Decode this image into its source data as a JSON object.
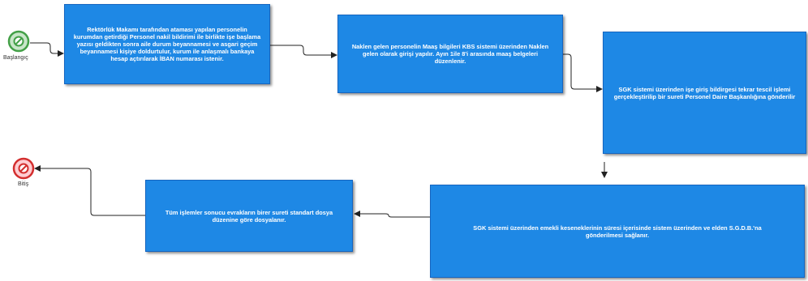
{
  "colors": {
    "task_fill": "#1e88e5",
    "task_border": "#1565c0",
    "start_event": "#43a047",
    "end_event": "#d32f2f",
    "connector": "#222222"
  },
  "events": {
    "start": {
      "label": "Başlangıç",
      "icon": "no-entry-icon"
    },
    "end": {
      "label": "Bitiş",
      "icon": "no-entry-icon"
    }
  },
  "tasks": [
    {
      "text": "Rektörlük Makamı tarafından ataması yapılan personelin kurumdan getirdiği Personel nakil bildirimi ile birlikte işe başlama yazısı geldikten sonra aile durum beyannamesi ve asgari geçim beyannamesi kişiye doldurtulur, kurum ile anlaşmalı bankaya hesap açtırılarak İBAN numarası istenir."
    },
    {
      "text": "Naklen gelen personelin Maaş bilgileri KBS sistemi üzerinden Naklen gelen olarak girişi yapılır. Ayın 1ile 8'i arasında maaş belgeleri düzenlenir."
    },
    {
      "text": "SGK sistemi üzerinden işe giriş bildirgesi tekrar tescil işlemi gerçekleştirilip bir sureti Personel Daire Başkanlığına gönderilir"
    },
    {
      "text": "SGK sistemi üzerinden emekli keseneklerinin süresi içerisinde sistem üzerinden ve elden S.G.D.B.'na gönderilmesi sağlanır."
    },
    {
      "text": "Tüm işlemler sonucu evrakların birer sureti standart dosya düzenine göre dosyalanır."
    }
  ]
}
